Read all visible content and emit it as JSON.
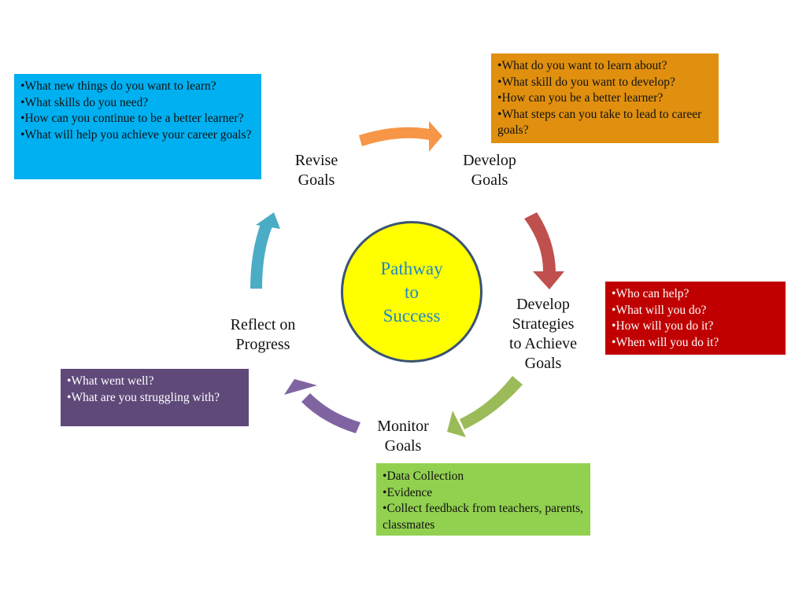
{
  "center": {
    "label": "Pathway\nto\nSuccess"
  },
  "steps": {
    "revise": "Revise\nGoals",
    "develop": "Develop\nGoals",
    "strategies": "Develop\nStrategies\nto Achieve\nGoals",
    "monitor": "Monitor\nGoals",
    "reflect": "Reflect on\nProgress"
  },
  "boxes": {
    "revise_questions": [
      "What new things do you want to learn?",
      "What skills do you need?",
      "How can you continue to be a better learner?",
      "What will help you achieve your career goals?"
    ],
    "develop_questions": [
      "What do you want to learn about?",
      "What skill do you want to develop?",
      "How can you be a better learner?",
      "What steps can you take to lead to career goals?"
    ],
    "strategy_questions": [
      "Who can help?",
      "What will you do?",
      "How will you do it?",
      "When will you do it?"
    ],
    "reflect_questions": [
      "What went well?",
      "What are you struggling with?"
    ],
    "monitor_items": [
      "Data Collection",
      "Evidence",
      "Collect feedback from teachers, parents, classmates"
    ]
  },
  "colors": {
    "revise_box": "#00b0f0",
    "develop_box": "#e0900e",
    "strategy_box": "#c00000",
    "reflect_box": "#5e4979",
    "monitor_box": "#92d050",
    "arrow_orange": "#f79646",
    "arrow_red": "#c0504d",
    "arrow_green": "#9bbb59",
    "arrow_purple": "#8064a2",
    "arrow_teal": "#4bacc6",
    "center_fill": "#ffff00",
    "center_text": "#1f88c5"
  }
}
